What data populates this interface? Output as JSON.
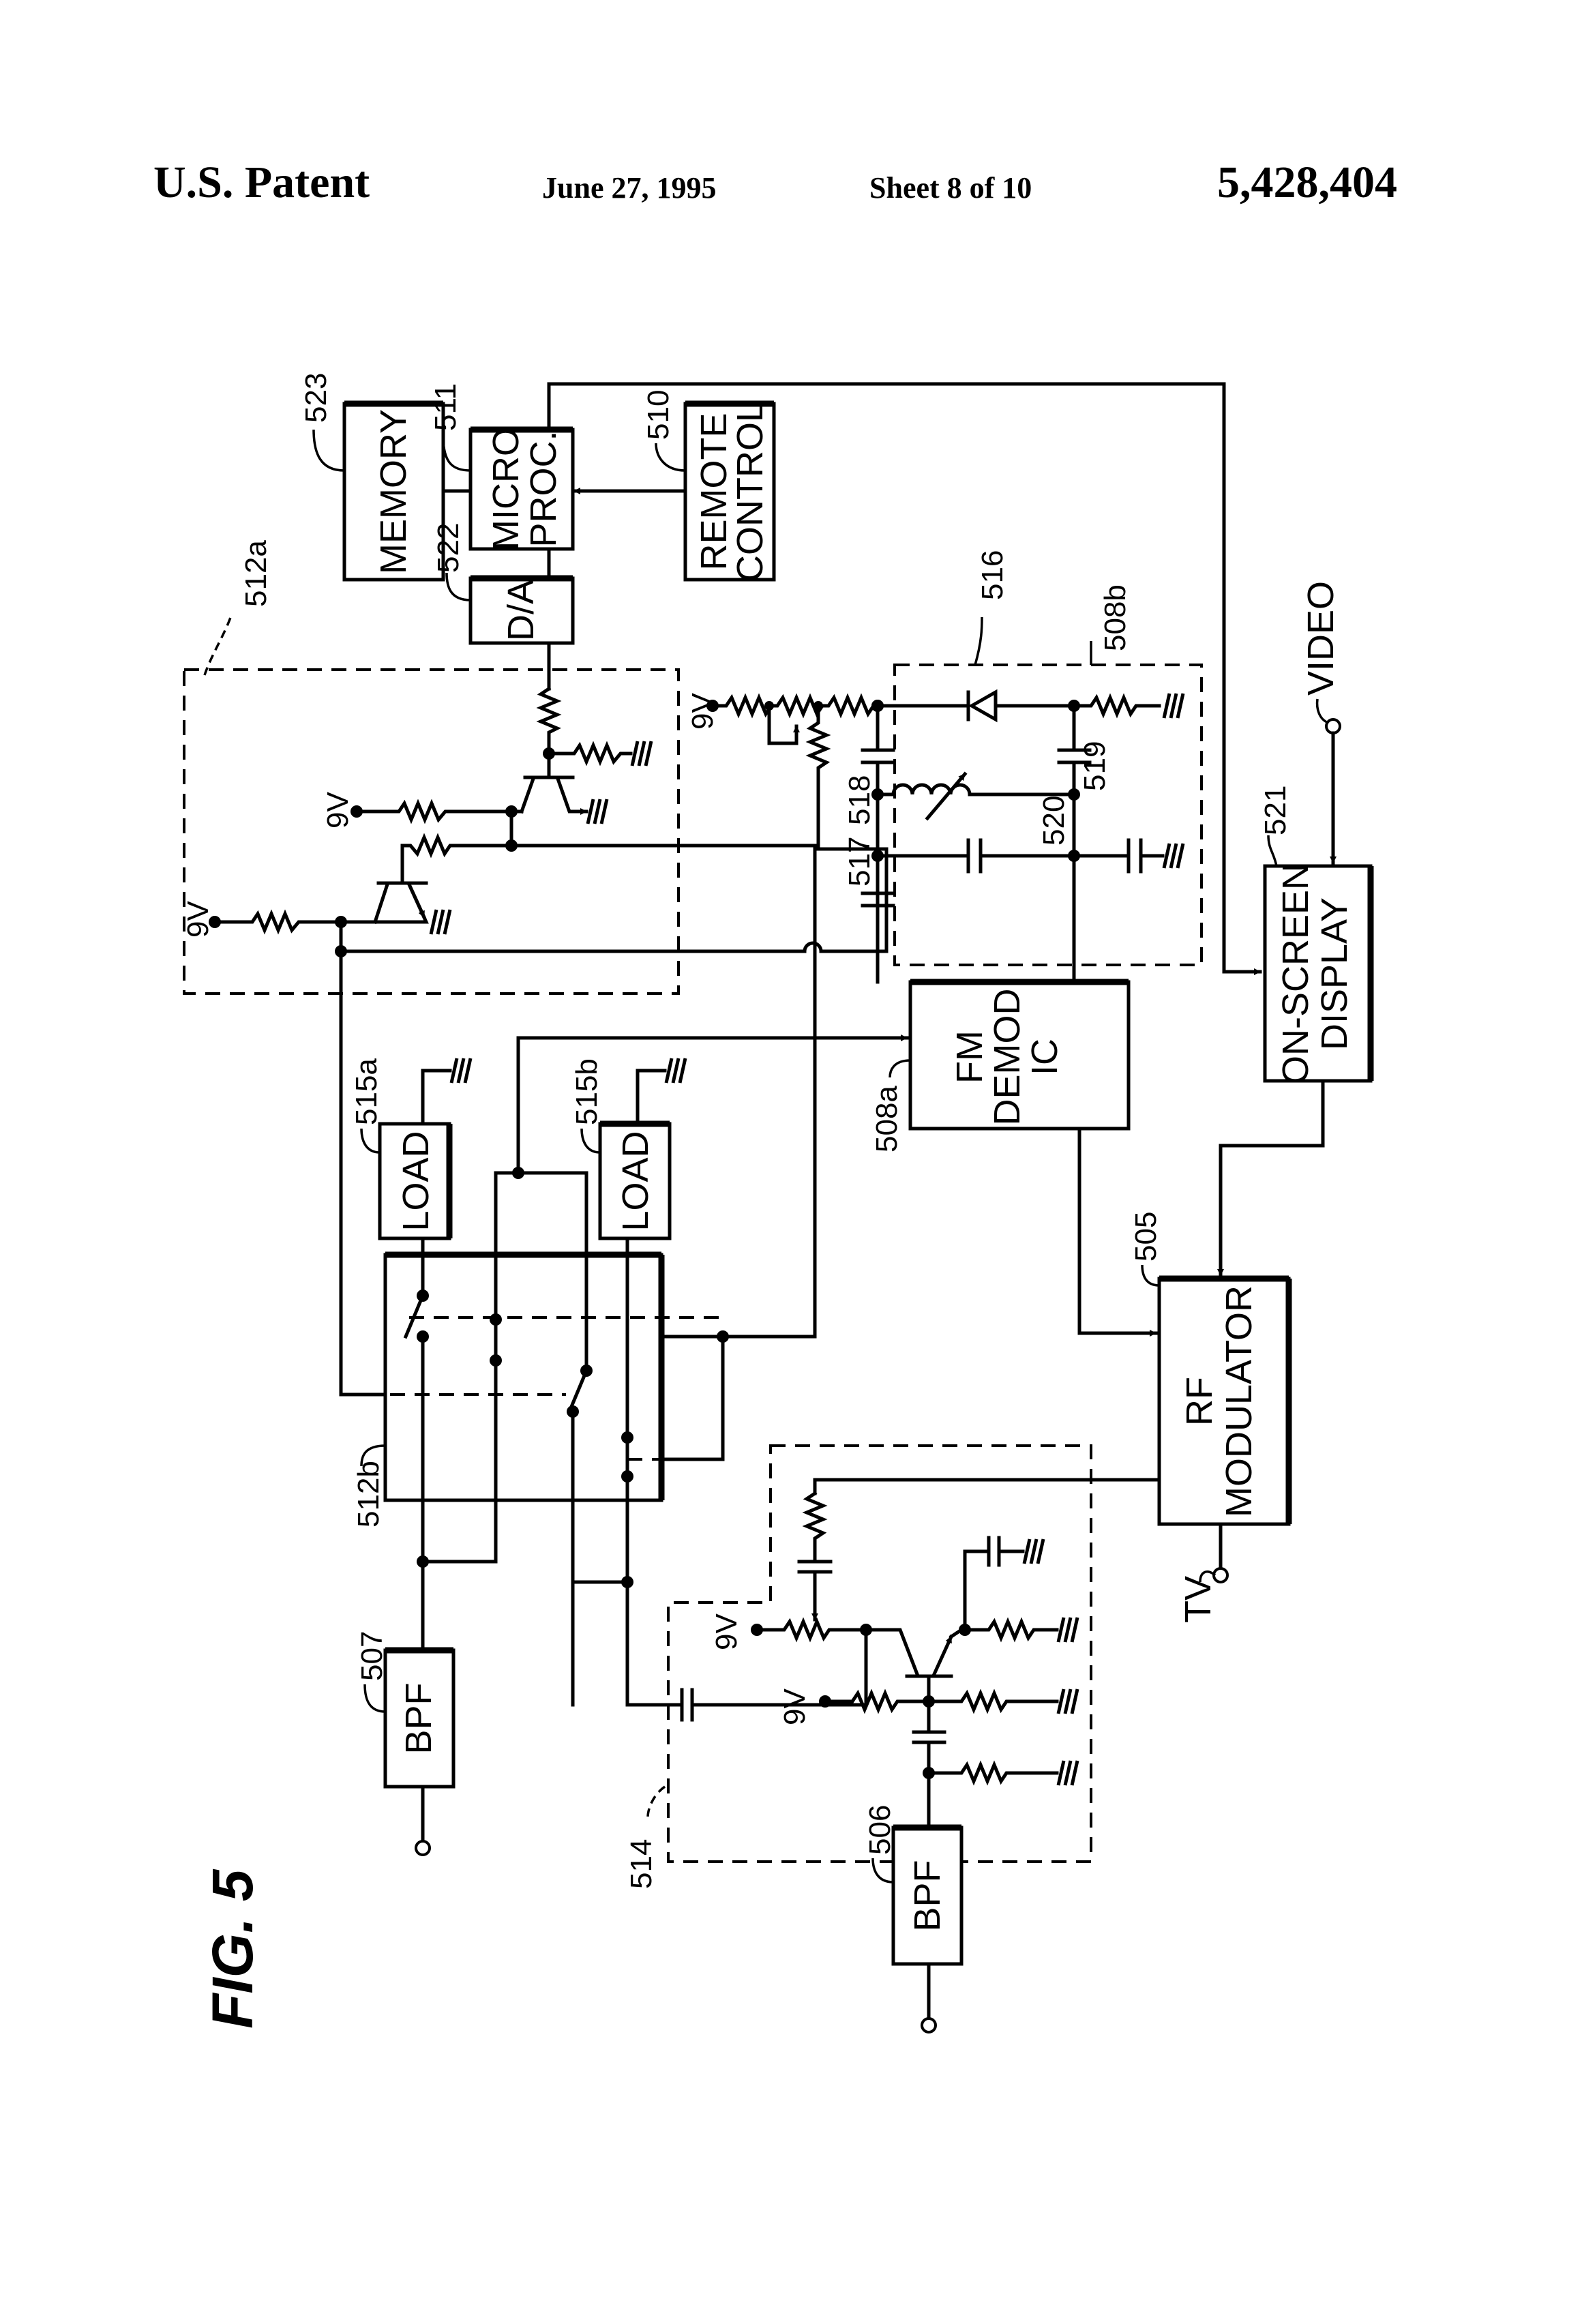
{
  "header": {
    "left": "U.S. Patent",
    "date": "June 27, 1995",
    "sheet": "Sheet 8 of 10",
    "patent_number": "5,428,404"
  },
  "figure": {
    "label": "FIG. 5"
  },
  "blocks": {
    "memory": {
      "ref": "523",
      "label": "MEMORY"
    },
    "microproc": {
      "ref": "511",
      "line1": "MICRO",
      "line2": "PROC."
    },
    "remote": {
      "ref": "510",
      "line1": "REMOTE",
      "line2": "CONTROL"
    },
    "da": {
      "ref": "522",
      "label": "D/A"
    },
    "fm_demod": {
      "ref": "508a",
      "line1": "FM",
      "line2": "DEMOD",
      "line3": "IC"
    },
    "osd": {
      "ref": "521",
      "line1": "ON-SCREEN",
      "line2": "DISPLAY"
    },
    "rf_mod": {
      "ref": "505",
      "line1": "RF",
      "line2": "MODULATOR"
    },
    "load_a": {
      "ref": "515a",
      "label": "LOAD"
    },
    "load_b": {
      "ref": "515b",
      "label": "LOAD"
    },
    "bpf_507": {
      "ref": "507",
      "label": "BPF"
    },
    "bpf_506": {
      "ref": "506",
      "label": "BPF"
    }
  },
  "groups": {
    "switch_driver": {
      "ref": "512a"
    },
    "switch": {
      "ref": "512b"
    },
    "vco": {
      "ref": "508b"
    },
    "amplifier": {
      "ref": "514"
    }
  },
  "components": {
    "diode": {
      "ref": "516"
    },
    "cap_517": {
      "ref": "517"
    },
    "cap_518": {
      "ref": "518"
    },
    "cap_519": {
      "ref": "519"
    },
    "inductor": {
      "ref": "520"
    }
  },
  "terminals": {
    "video": "VIDEO",
    "tv": "TV",
    "supply": "9V"
  }
}
